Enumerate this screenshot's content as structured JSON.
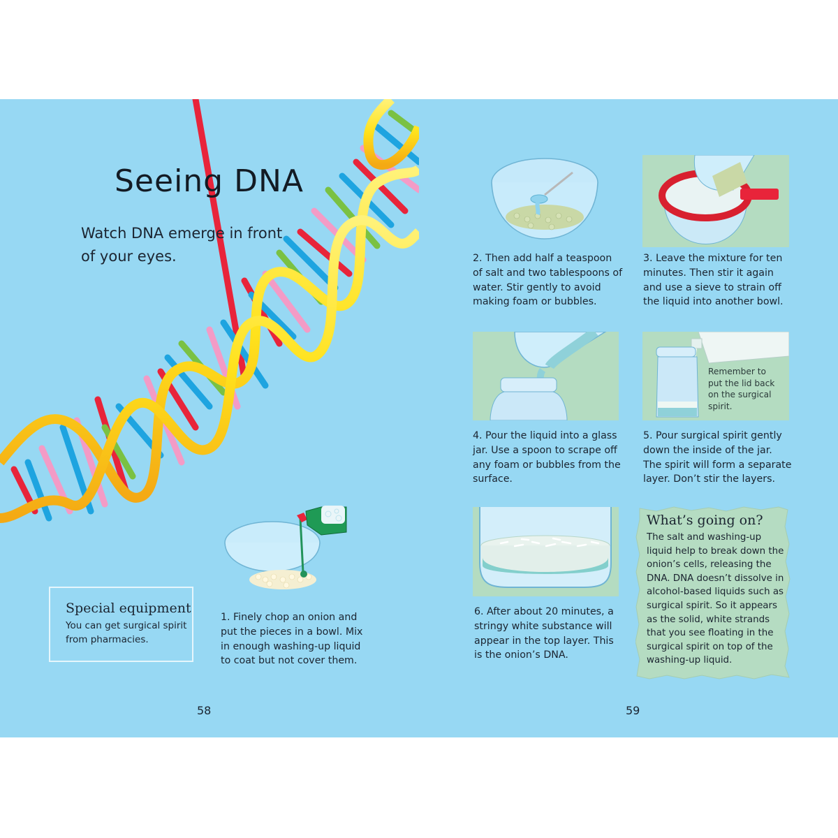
{
  "spread": {
    "background_color": "#97d8f3",
    "left_page": {
      "title": "Seeing DNA",
      "subtitle": "Watch DNA emerge in front of your eyes.",
      "illustration": "dna-double-helix",
      "special_equipment": {
        "heading": "Special equipment",
        "text": "You can get surgical spirit from pharmacies."
      },
      "steps": [
        {
          "number": 1,
          "text": "1. Finely chop an onion and put the pieces in a bowl. Mix in enough washing-up liquid to coat but not cover them.",
          "illustration": "bowl-with-onion-and-washing-up-liquid"
        }
      ],
      "page_number": "58"
    },
    "right_page": {
      "steps": [
        {
          "number": 2,
          "text": "2. Then add half a teaspoon of salt and two tablespoons of water. Stir gently to avoid making foam or bubbles.",
          "illustration": "bowl-with-spoon"
        },
        {
          "number": 3,
          "text": "3. Leave the mixture for ten minutes. Then stir it again and use a sieve to strain off the liquid into another bowl.",
          "illustration": "sieve-over-bowl"
        },
        {
          "number": 4,
          "text": "4. Pour the liquid into a glass jar. Use a spoon to scrape off any foam or bubbles from the surface.",
          "illustration": "pouring-into-jar"
        },
        {
          "number": 5,
          "text": "5. Pour surgical spirit gently down the inside of the jar. The spirit will form a separate layer. Don’t stir the layers.",
          "illustration": "pouring-spirit-into-jar",
          "note": "Remember to put the lid back on the surgical spirit."
        },
        {
          "number": 6,
          "text": "6. After about 20 minutes, a stringy white substance will appear in the top layer. This is the onion’s DNA.",
          "illustration": "jar-with-dna-layer"
        }
      ],
      "whats_going_on": {
        "heading": "What’s going on?",
        "text": "The salt and washing-up liquid help to break down the onion’s cells, releasing the DNA. DNA doesn’t dissolve in alcohol-based liquids such as surgical spirit. So it appears as the solid, white strands that you see floating in the surgical spirit on top of the washing-up liquid."
      },
      "page_number": "59"
    }
  }
}
